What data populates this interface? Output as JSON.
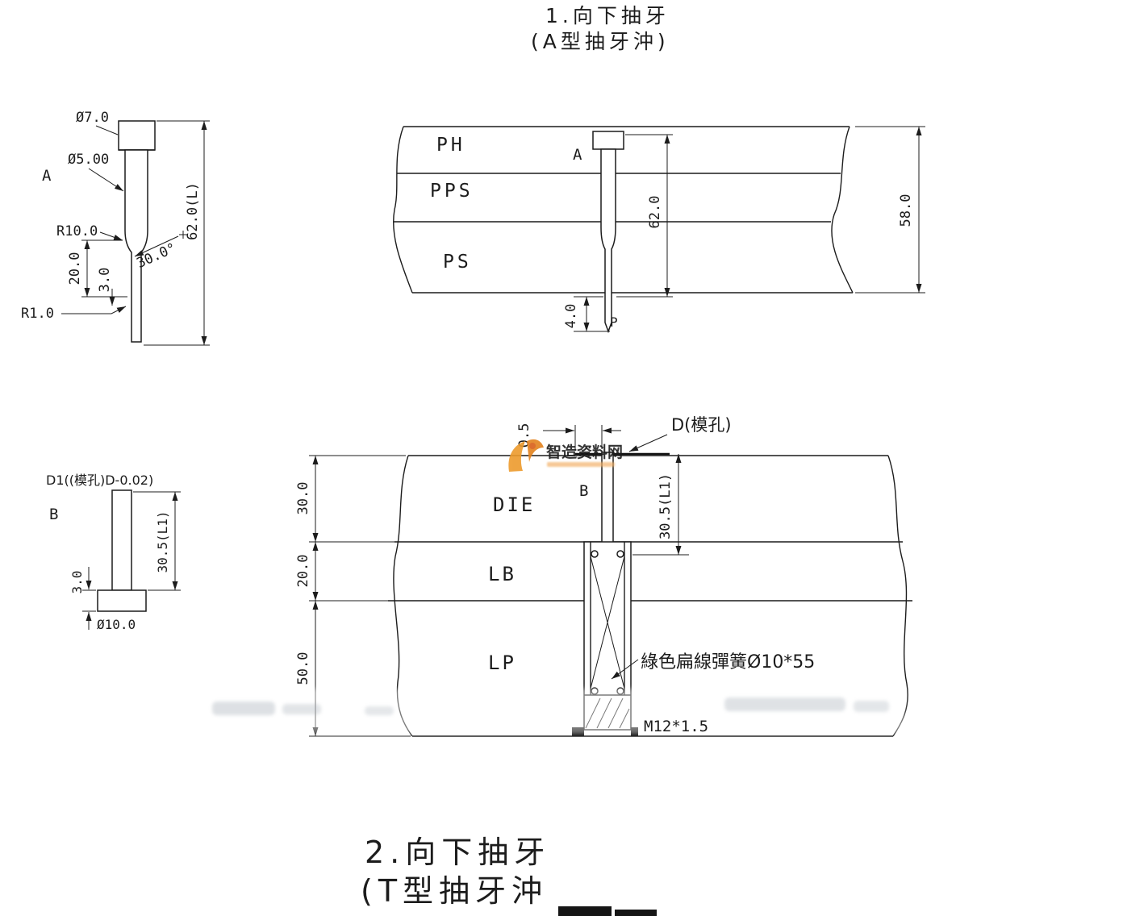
{
  "titles": {
    "section1_line1": "1.向下抽牙",
    "section1_line2": "(A型抽牙沖)",
    "section2_line1": "2.向下抽牙",
    "section2_line2": "(T型抽牙沖"
  },
  "punch_a_detail": {
    "label": "A",
    "dim_head_dia": "Ø7.0",
    "dim_shaft_dia": "Ø5.00",
    "dim_fillet": "R10.0",
    "dim_length": "62.0(L)",
    "dim_neck": "20.0",
    "dim_angle": "30.0°",
    "dim_step": "3.0",
    "dim_tip_fillet": "R1.0"
  },
  "assembly_a": {
    "plate_top": "PH",
    "plate_mid": "PPS",
    "plate_bottom": "PS",
    "punch_label": "A",
    "dim_punch": "62.0",
    "dim_stack": "58.0",
    "dim_protrusion": "4.0",
    "tip_label": "P"
  },
  "punch_b_detail": {
    "label": "B",
    "note": "D1((模孔)D-0.02)",
    "dim_length": "30.5(L1)",
    "dim_flange": "3.0",
    "dim_dia": "Ø10.0"
  },
  "assembly_b": {
    "dim_clearance": "0.5",
    "hole_note": "D(模孔)",
    "plate_top": "DIE",
    "plate_mid": "LB",
    "plate_bottom": "LP",
    "punch_label": "B",
    "dim_die": "30.0",
    "dim_lb": "20.0",
    "dim_lp": "50.0",
    "dim_punch": "30.5(L1)",
    "spring_note": "綠色扁線彈簧Ø10*55",
    "thread_note": "M12*1.5"
  },
  "watermark": {
    "brand": "智造资料网"
  }
}
